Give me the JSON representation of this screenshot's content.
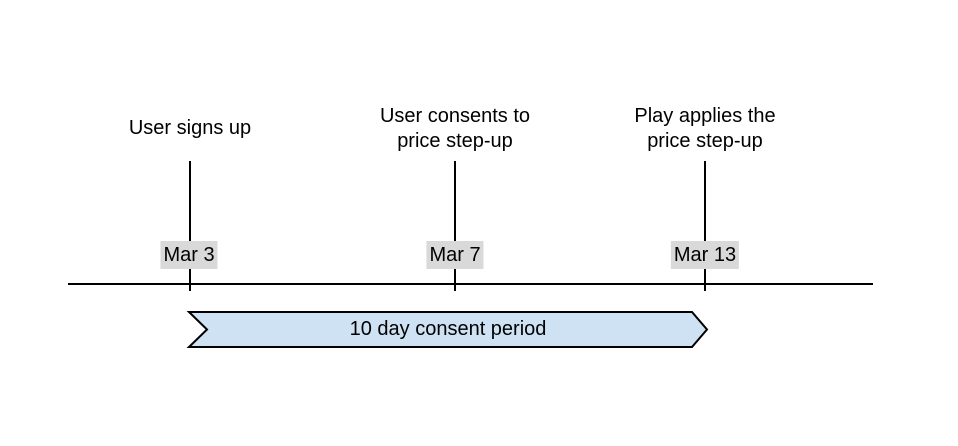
{
  "colors": {
    "background": "#ffffff",
    "line": "#000000",
    "text": "#000000",
    "label_bg": "#d9d9d9",
    "banner_fill": "#cfe2f3"
  },
  "events": [
    {
      "title": "User signs up",
      "title_lines": [
        "User signs up"
      ],
      "date": "Mar 3"
    },
    {
      "title": "User consents to price step-up",
      "title_lines": [
        "User consents to",
        "price step-up"
      ],
      "date": "Mar 7"
    },
    {
      "title": "Play applies the price step-up",
      "title_lines": [
        "Play applies the",
        "price step-up"
      ],
      "date": "Mar 13"
    }
  ],
  "consent_period": {
    "label": "10 day consent period"
  }
}
